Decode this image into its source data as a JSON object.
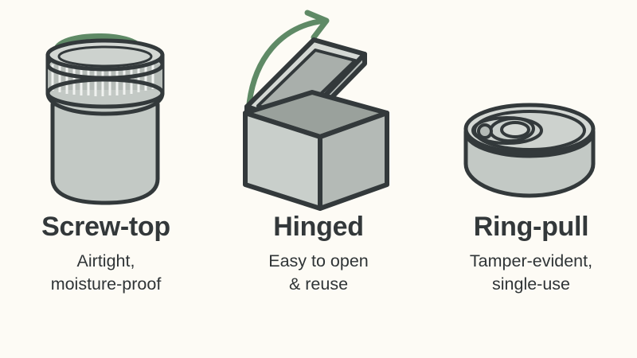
{
  "page": {
    "background_color": "#fdfbf5",
    "title_color": "#33383a",
    "subtitle_color": "#2f3436",
    "accent_color": "#5f8a66",
    "metal_light": "#d4d8d4",
    "metal_mid": "#c3c9c5",
    "metal_dark": "#aab0ac",
    "metal_shadow": "#9aa19c",
    "outline_color": "#33393b"
  },
  "columns": [
    {
      "icon": "screw-top-jar-icon",
      "arrow": "rotate-arrow-icon",
      "title": "Screw-top",
      "subtitle_lines": [
        "Airtight,",
        "moisture-proof"
      ]
    },
    {
      "icon": "hinged-box-icon",
      "arrow": "lift-arrow-icon",
      "title": "Hinged",
      "subtitle_lines": [
        "Easy to open",
        "& reuse"
      ]
    },
    {
      "icon": "ring-pull-can-icon",
      "arrow": "none",
      "title": "Ring-pull",
      "subtitle_lines": [
        "Tamper-evident,",
        "single-use"
      ]
    }
  ]
}
